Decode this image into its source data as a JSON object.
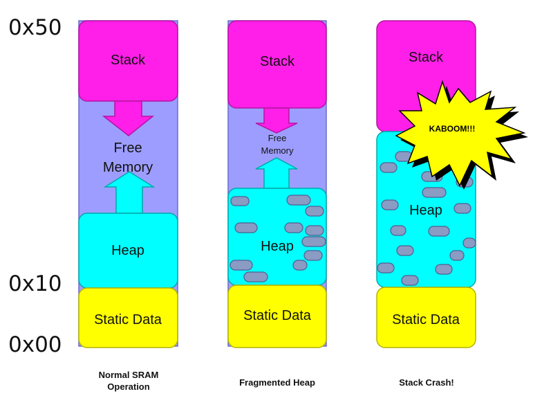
{
  "address_labels": {
    "top": "0x50",
    "mid": "0x10",
    "bottom": "0x00"
  },
  "columns": [
    {
      "caption_line1": "Normal SRAM",
      "caption_line2": "Operation",
      "stack": "Stack",
      "free_line1": "Free",
      "free_line2": "Memory",
      "heap": "Heap",
      "static": "Static Data"
    },
    {
      "caption": "Fragmented Heap",
      "stack": "Stack",
      "free_line1": "Free",
      "free_line2": "Memory",
      "heap": "Heap",
      "static": "Static Data"
    },
    {
      "caption": "Stack Crash!",
      "stack": "Stack",
      "heap": "Heap",
      "static": "Static Data",
      "burst": "KABOOM!!!"
    }
  ],
  "colors": {
    "stack": "#ff1fe8",
    "free": "#9d9dff",
    "heap": "#00ffff",
    "static": "#ffff00",
    "fragment": "#8a9bc4",
    "burst": "#ffff00"
  }
}
